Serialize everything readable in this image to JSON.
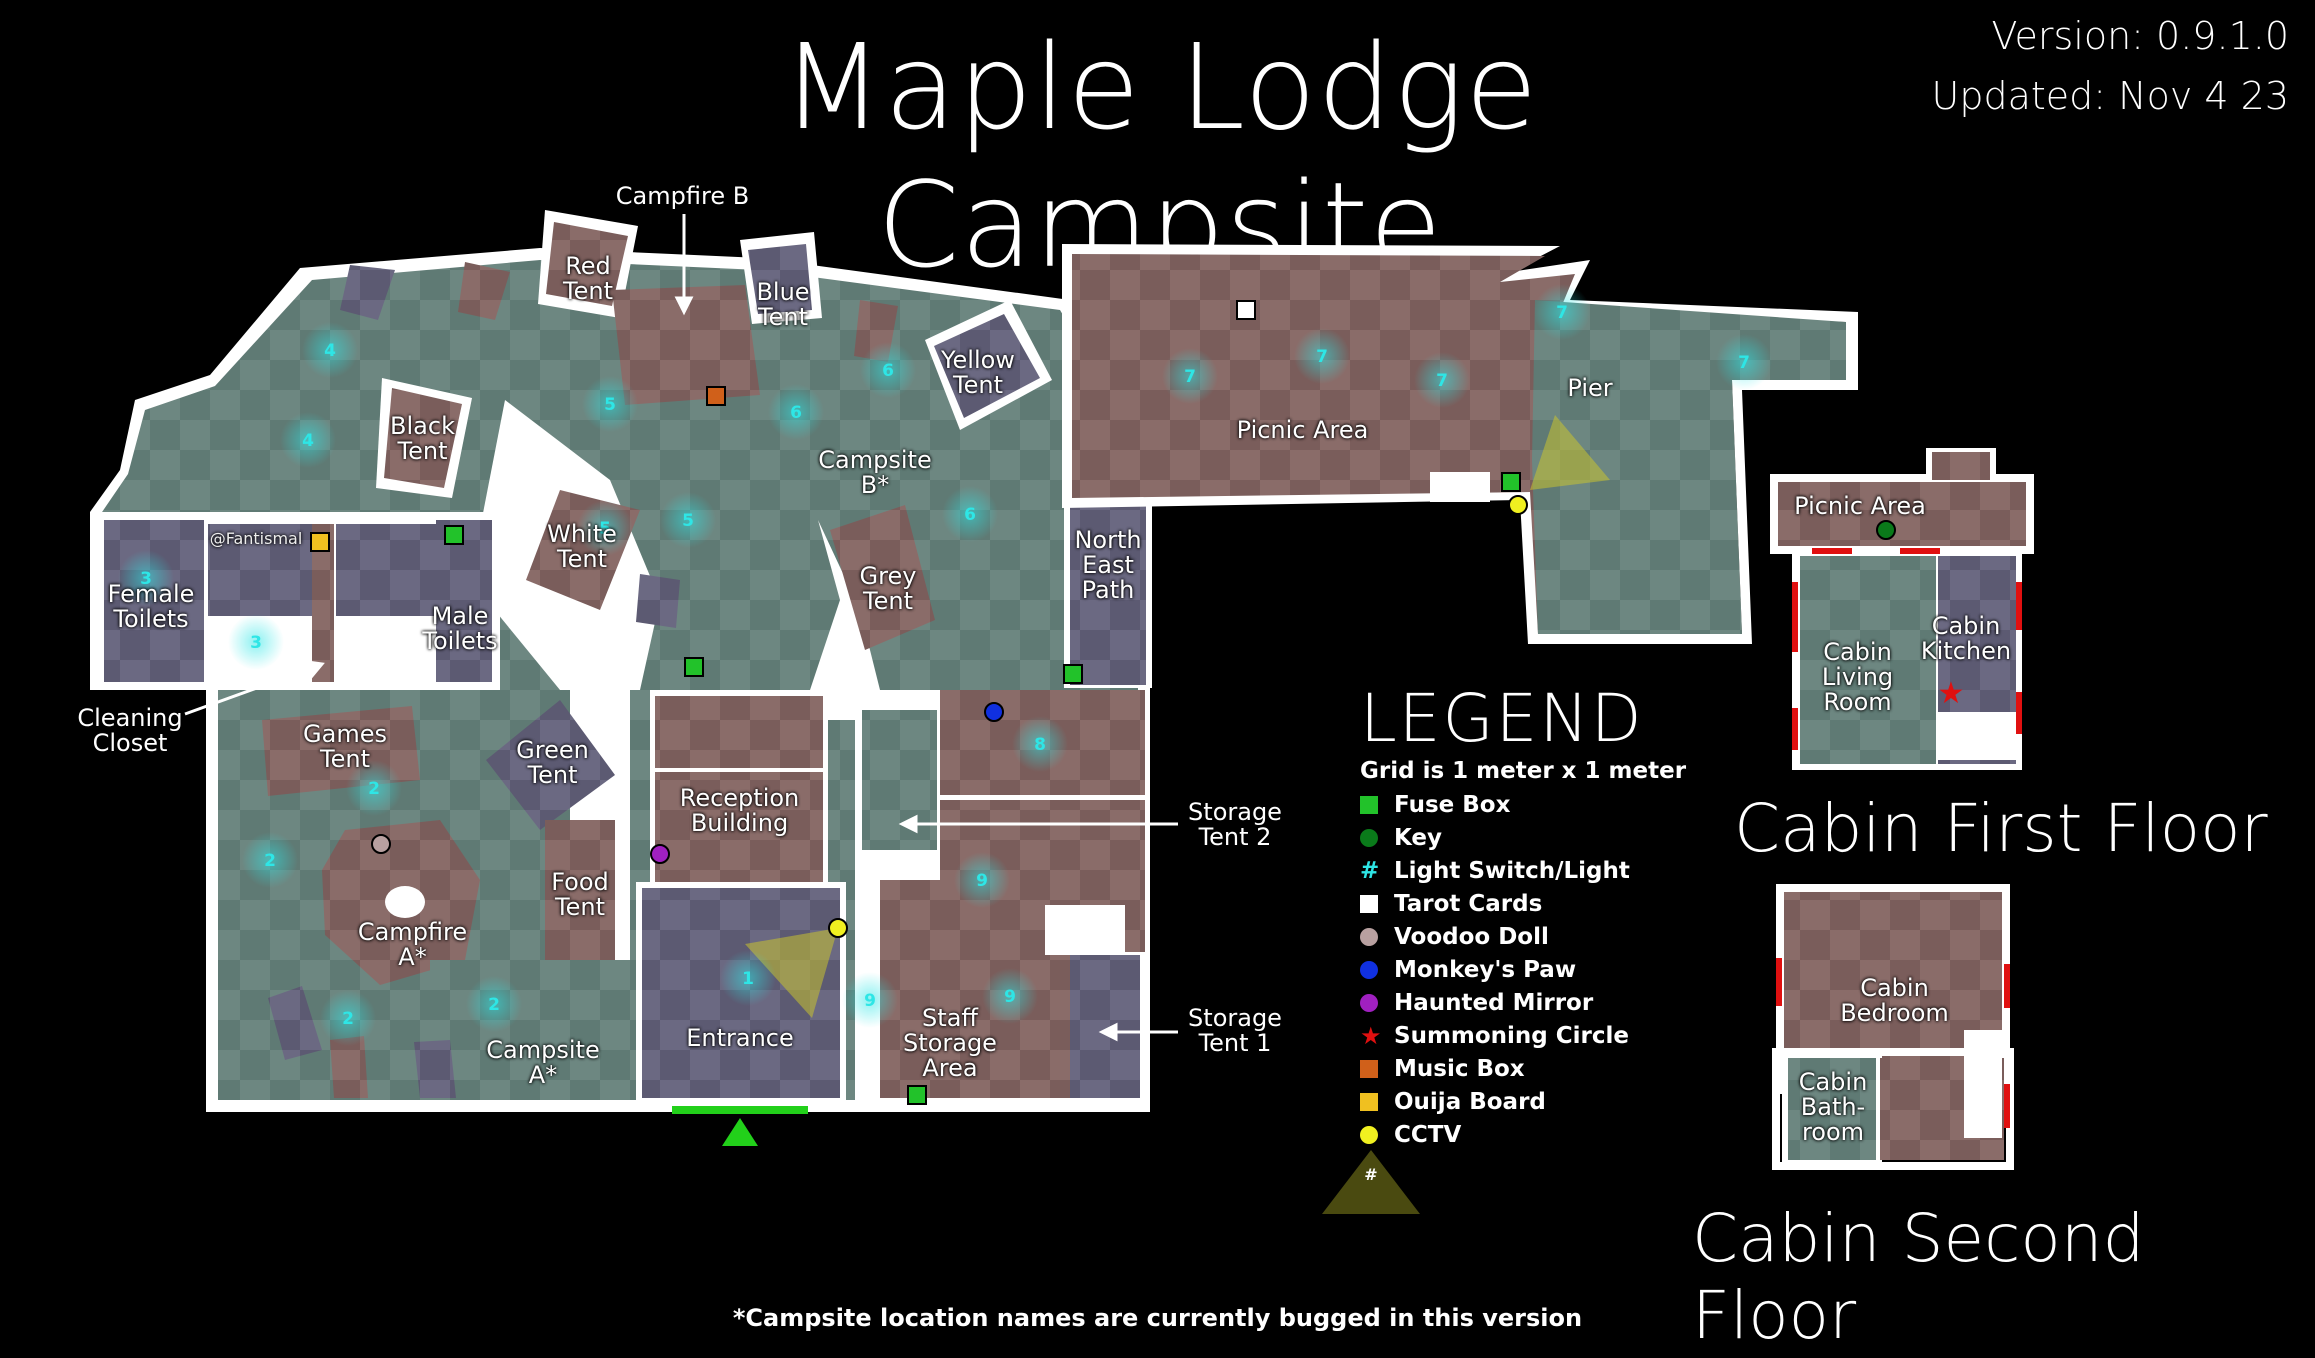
{
  "header": {
    "title": "Maple Lodge Campsite",
    "version": "Version: 0.9.1.0",
    "updated": "Updated: Nov 4 23"
  },
  "map": {
    "rooms": {
      "red_tent": "Red\nTent",
      "blue_tent": "Blue\nTent",
      "yellow_tent": "Yellow\nTent",
      "black_tent": "Black\nTent",
      "campsite_b": "Campsite\nB*",
      "white_tent": "White\nTent",
      "grey_tent": "Grey\nTent",
      "female_toilets": "Female\nToilets",
      "male_toilets": "Male\nToilets",
      "games_tent": "Games\nTent",
      "green_tent": "Green\nTent",
      "reception": "Reception\nBuilding",
      "food_tent": "Food\nTent",
      "campfire_a": "Campfire\nA*",
      "campsite_a": "Campsite\nA*",
      "entrance": "Entrance",
      "staff_storage": "Staff\nStorage\nArea",
      "north_east_path": "North\nEast\nPath",
      "picnic_area": "Picnic Area",
      "pier": "Pier",
      "cabin_picnic": "Picnic Area",
      "cabin_living": "Cabin\nLiving\nRoom",
      "cabin_kitchen": "Cabin\nKitchen",
      "cabin_bedroom": "Cabin\nBedroom",
      "cabin_bathroom": "Cabin\nBath-\nroom"
    },
    "callouts": {
      "campfire_b": "Campfire B",
      "cleaning_closet": "Cleaning\nCloset",
      "storage_tent_2": "Storage\nTent 2",
      "storage_tent_1": "Storage\nTent 1",
      "fantismal": "@Fantismal"
    },
    "light_numbers": [
      "1",
      "2",
      "3",
      "4",
      "5",
      "6",
      "7",
      "8",
      "9"
    ]
  },
  "legend": {
    "title": "LEGEND",
    "subtitle": "Grid is 1 meter x 1 meter",
    "items": [
      {
        "label": "Fuse Box",
        "color": "#22c22a",
        "shape": "square"
      },
      {
        "label": "Key",
        "color": "#0a7a1a",
        "shape": "circle"
      },
      {
        "label": "Light Switch/Light",
        "color": "#2ee6e6",
        "shape": "hash"
      },
      {
        "label": "Tarot Cards",
        "color": "#ffffff",
        "shape": "square"
      },
      {
        "label": "Voodoo Doll",
        "color": "#b8a0a0",
        "shape": "circle"
      },
      {
        "label": "Monkey's Paw",
        "color": "#1030e0",
        "shape": "circle"
      },
      {
        "label": "Haunted Mirror",
        "color": "#a020c0",
        "shape": "circle"
      },
      {
        "label": "Summoning Circle",
        "color": "#e01010",
        "shape": "star"
      },
      {
        "label": "Music Box",
        "color": "#d0601a",
        "shape": "square"
      },
      {
        "label": "Ouija Board",
        "color": "#f0c020",
        "shape": "square"
      },
      {
        "label": "CCTV",
        "color": "#f0f020",
        "shape": "circle"
      }
    ],
    "cctv_cone_symbol": "#"
  },
  "sections": {
    "cabin_first_floor": "Cabin First Floor",
    "cabin_second_floor": "Cabin Second Floor"
  },
  "footer": "*Campsite location names are currently bugged in this version",
  "colors": {
    "background": "#000000",
    "outdoor_floor": "#5f7a74",
    "tent_floor": "#7a5d5b",
    "building_floor": "#5c5a72",
    "wall": "#ffffff",
    "entrance_marker": "#22d01a"
  }
}
